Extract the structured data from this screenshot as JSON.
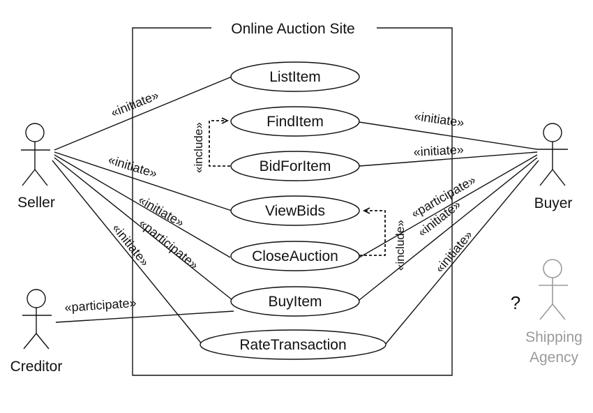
{
  "system": {
    "title": "Online Auction Site"
  },
  "use_cases": {
    "list_item": "ListItem",
    "find_item": "FindItem",
    "bid_for_item": "BidForItem",
    "view_bids": "ViewBids",
    "close_auction": "CloseAuction",
    "buy_item": "BuyItem",
    "rate_transaction": "RateTransaction"
  },
  "actors": {
    "seller": "Seller",
    "buyer": "Buyer",
    "creditor": "Creditor",
    "shipping_line1": "Shipping",
    "shipping_line2": "Agency",
    "unknown_marker": "?"
  },
  "relations": {
    "initiate": "«initiate»",
    "participate": "«participate»",
    "include": "«include»"
  },
  "colors": {
    "ink": "#111111",
    "inactive": "#9a9a9a"
  }
}
